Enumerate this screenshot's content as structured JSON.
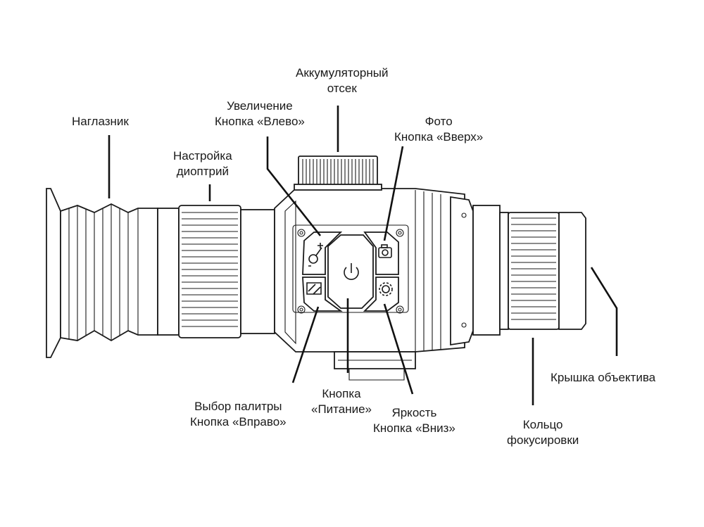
{
  "labels": {
    "eyecup": [
      "Наглазник"
    ],
    "diopter": [
      "Настройка",
      "диоптрий"
    ],
    "zoom": [
      "Увеличение",
      "Кнопка «Влево»"
    ],
    "battery": [
      "Аккумуляторный",
      "отсек"
    ],
    "photo": [
      "Фото",
      "Кнопка «Вверх»"
    ],
    "palette": [
      "Выбор палитры",
      "Кнопка «Вправо»"
    ],
    "power": [
      "Кнопка",
      "«Питание»"
    ],
    "brightness": [
      "Яркость",
      "Кнопка «Вниз»"
    ],
    "focus": [
      "Кольцо",
      "фокусировки"
    ],
    "lens_cap": [
      "Крышка объектива"
    ]
  },
  "icons": {
    "zoom_button": "zoom-plus-minus-icon",
    "photo_button": "camera-icon",
    "power_button": "power-icon",
    "palette_button": "palette-icon",
    "brightness_button": "brightness-gear-icon"
  },
  "colors": {
    "line": "#1a1a1a",
    "background": "#ffffff"
  }
}
